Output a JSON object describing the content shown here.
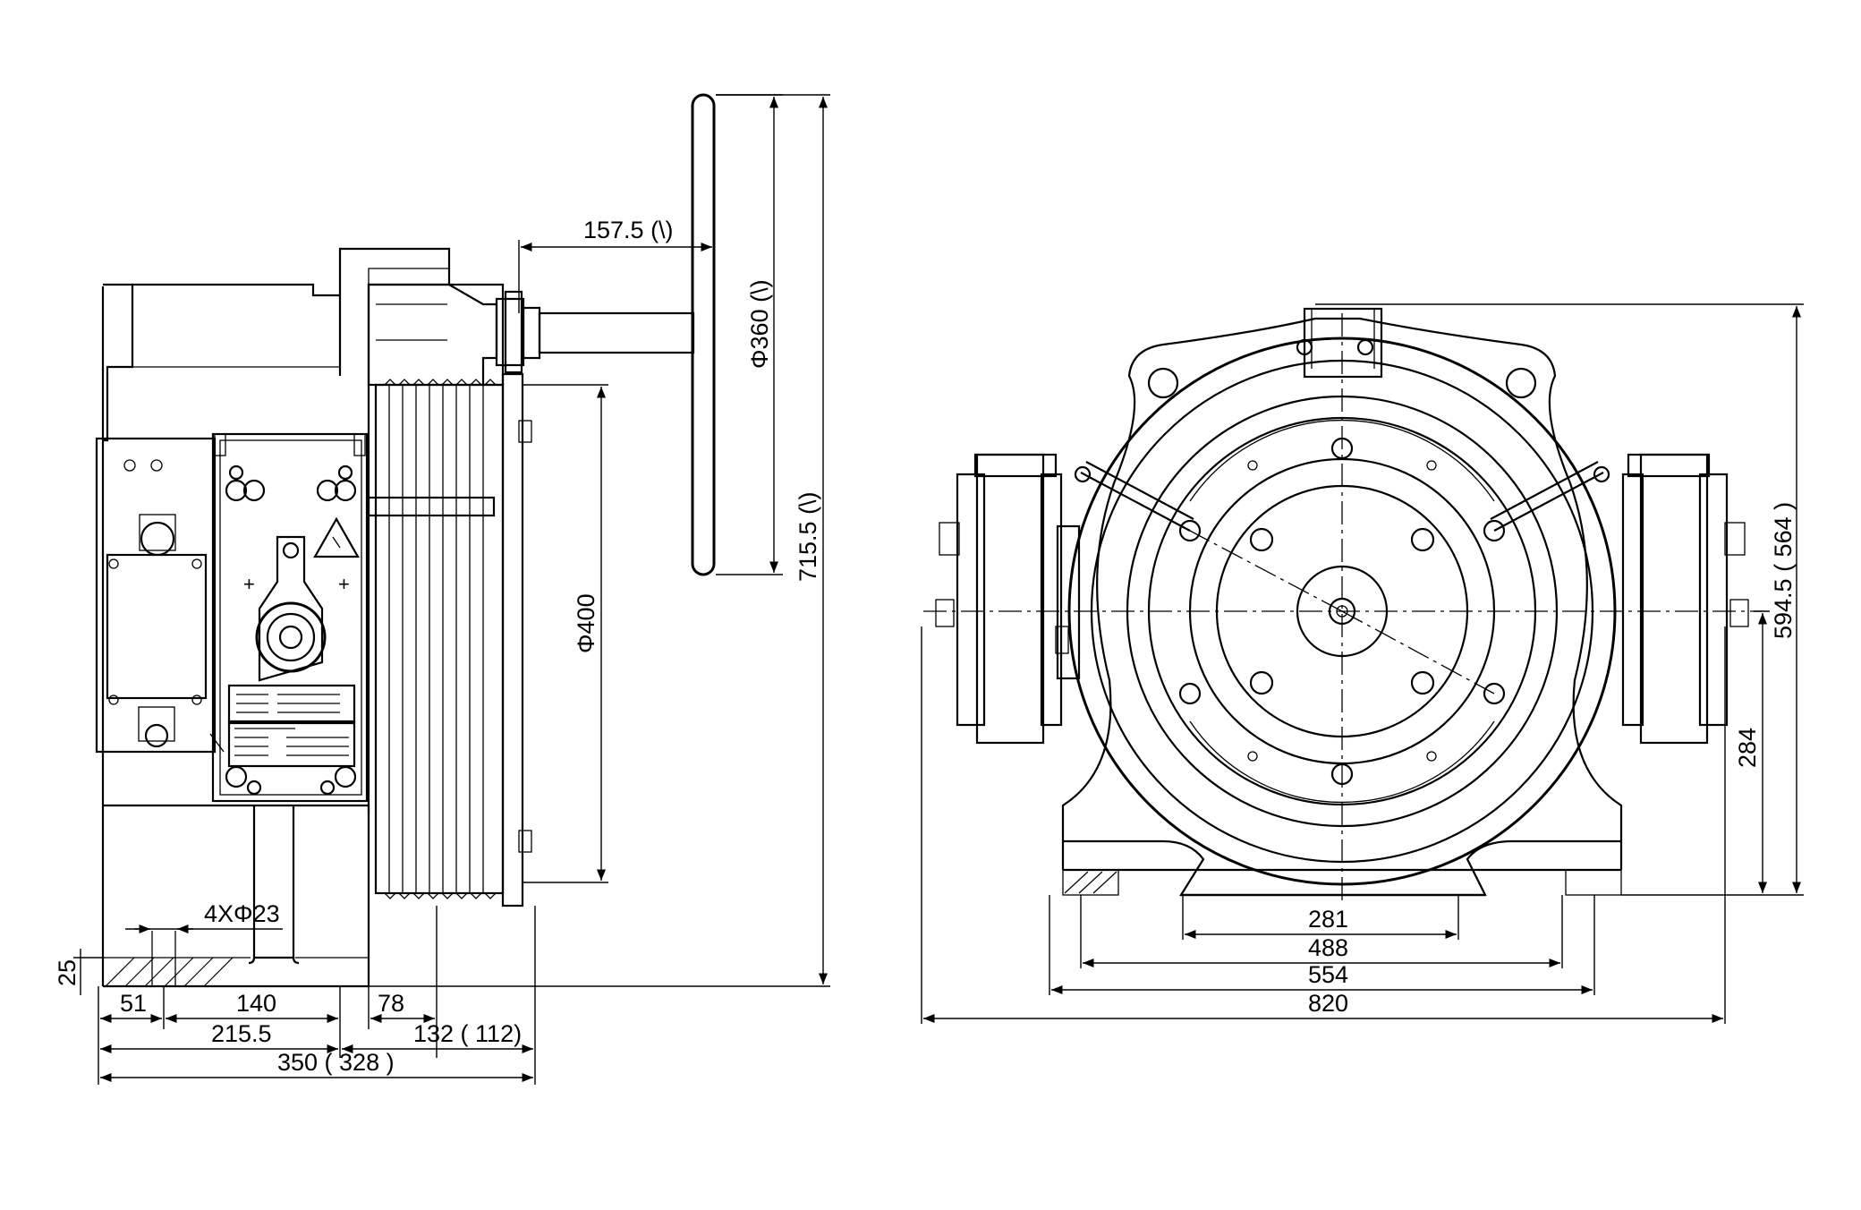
{
  "side_view": {
    "dims": {
      "handwheel_offset": "157.5 (\\)",
      "handwheel_dia": "Φ360 (\\)",
      "total_height": "715.5 (\\)",
      "sheave_dia": "Φ400",
      "bolt_holes": "4XΦ23",
      "base_thk": "25",
      "d51": "51",
      "d140": "140",
      "d78": "78",
      "d215": "215.5",
      "d132": "132 ( 112)",
      "d350": "350 ( 328 )"
    }
  },
  "front_view": {
    "dims": {
      "height": "594.5 ( 564 )",
      "axis_height": "284",
      "d281": "281",
      "d488": "488",
      "d554": "554",
      "d820": "820"
    }
  },
  "colors": {
    "line": "#000000",
    "background": "#ffffff"
  }
}
